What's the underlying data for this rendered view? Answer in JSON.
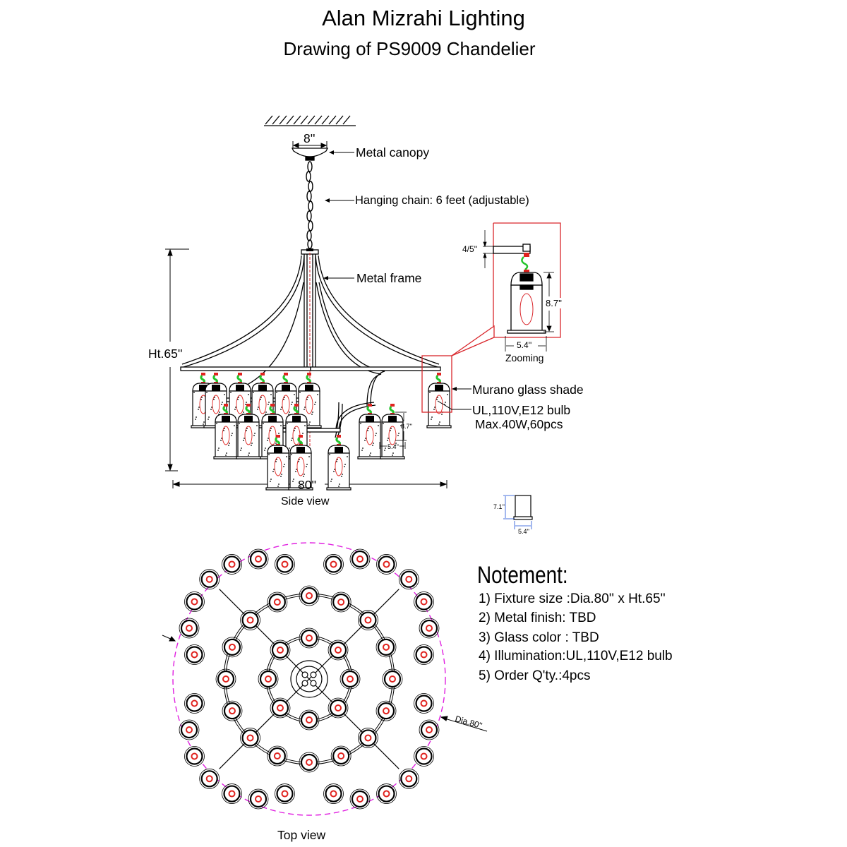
{
  "header": {
    "title": "Alan Mizrahi Lighting",
    "subtitle": "Drawing of PS9009 Chandelier"
  },
  "side_view": {
    "caption": "Side view",
    "canopy_width": "8''",
    "height_dim": "Ht.65''",
    "width_dim": "80''",
    "labels": {
      "canopy": "Metal canopy",
      "chain": "Hanging chain: 6 feet (adjustable)",
      "frame": "Metal frame",
      "shade": "Murano glass shade",
      "bulb_line1": "UL,110V,E12 bulb",
      "bulb_line2": "Max.40W,60pcs"
    },
    "small_shade_height": "8.7''",
    "small_shade_width": "5.4''"
  },
  "zoom_detail": {
    "caption": "Zooming",
    "arm_thickness": "4/5''",
    "shade_height": "8.7''",
    "shade_width": "5.4''"
  },
  "glass_detail": {
    "height": "7.1''",
    "width": "5.4''"
  },
  "top_view": {
    "caption": "Top view",
    "diameter": "Dia.80''"
  },
  "notes": {
    "heading": "Notement:",
    "items": [
      "1) Fixture size :Dia.80'' x Ht.65''",
      "2) Metal finish: TBD",
      "3) Glass color : TBD",
      "4) Illumination:UL,110V,E12 bulb",
      "5) Order Q'ty.:4pcs"
    ]
  },
  "colors": {
    "line": "#000000",
    "detail_box": "#d9262b",
    "outline_circle": "#e020e0",
    "hook_green": "#22c42a",
    "hook_red": "#e0231f"
  }
}
